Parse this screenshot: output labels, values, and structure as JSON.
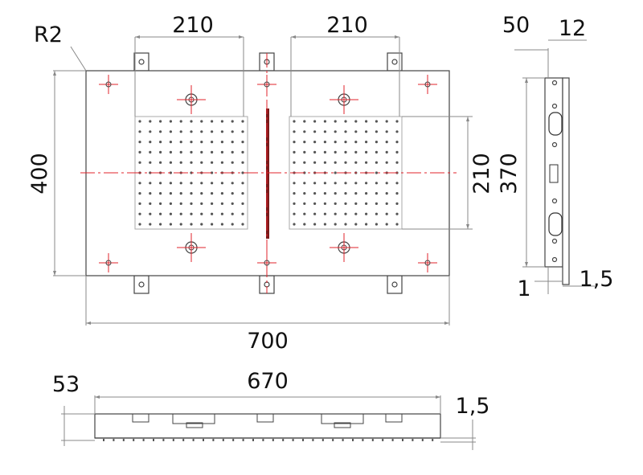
{
  "colors": {
    "outline": "#444444",
    "dimension_line": "#888888",
    "center_line": "#e0232b",
    "text": "#111111",
    "nozzle": "#555555",
    "divider": "#7a1a1a"
  },
  "front_view": {
    "corner_radius": "R2",
    "spacing_left": "210",
    "spacing_right": "210",
    "height": "400",
    "spray_height": "210",
    "width": "700"
  },
  "side_view": {
    "depth": "50",
    "offset": "12",
    "mount_height": "370",
    "bottom_left": "1",
    "bottom_right": "1,5"
  },
  "bottom_view": {
    "height": "53",
    "length": "670",
    "thickness": "1,5"
  }
}
